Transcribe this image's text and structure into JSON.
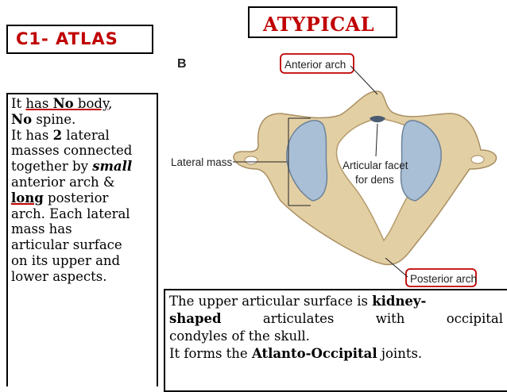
{
  "heading": {
    "title": "C1- ATLAS",
    "subtitle": "ATYPICAL"
  },
  "description": {
    "l1a": "It ",
    "l1b": "has ",
    "l1c": "No",
    "l1d": " body",
    "l1e": ",",
    "l2a": "No",
    "l2b": " spine.",
    "l3a": "It has ",
    "l3b": "2",
    "l3c": " lateral",
    "l4": "masses connected",
    "l5a": "together by ",
    "l5b": "small",
    "l6": "anterior arch &",
    "l7a": "long",
    "l7b": " posterior",
    "l8": "arch. Each lateral",
    "l9": "mass has",
    "l10": "articular surface",
    "l11": "on its upper and",
    "l12": "lower aspects."
  },
  "figure": {
    "panel_letter": "B",
    "labels": {
      "anterior_arch": "Anterior arch",
      "lateral_mass": "Lateral mass",
      "articular_facet_1": "Articular facet",
      "articular_facet_2": "for dens",
      "posterior_arch": "Posterior arch"
    }
  },
  "bottom": {
    "s1a": "The upper articular surface is ",
    "s1b": "kidney-",
    "s2a": "shaped",
    "s2b": "articulates",
    "s2c": "with",
    "s2d": "occipital",
    "s3": "condyles of the skull.",
    "s4a": "It forms the ",
    "s4b": "Atlanto-Occipital",
    "s4c": " joints."
  },
  "colors": {
    "accent": "#c00000",
    "bone": "#e3cfa4",
    "facet": "#a9bfd6"
  }
}
